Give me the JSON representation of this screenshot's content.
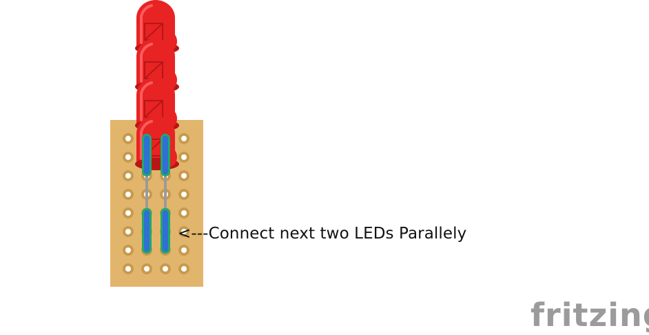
{
  "annotation": {
    "text": "<---Connect next two LEDs Parallely"
  },
  "logo": {
    "text": "fritzing"
  },
  "colors": {
    "board": "#e2b56d",
    "hole": "#c79a4d",
    "pad": "#ffffff",
    "led_body": "#e82323",
    "led_light": "#ff6a6a",
    "led_dark": "#b81616",
    "lead": "#9a9a9a",
    "wire": "#2f6fd6",
    "wire_outline": "#22a86a",
    "logo": "#9b9b9b"
  },
  "icons": [
    "stripboard",
    "led-icon",
    "jumper-wire"
  ]
}
